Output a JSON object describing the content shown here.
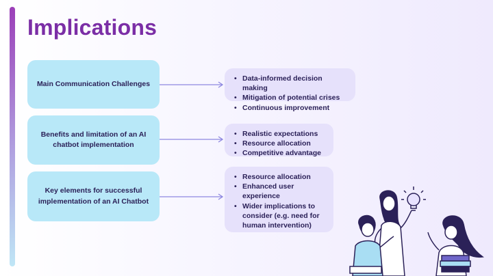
{
  "slide": {
    "title": "Implications",
    "colors": {
      "accent": "#7b2ea6",
      "left_box": "#b8e8f8",
      "right_box": "#e6e1fb",
      "text": "#2b2158"
    },
    "rows": [
      {
        "label": "Main Communication Challenges",
        "bullets": [
          "Data-informed decision making",
          "Mitigation of potential crises",
          "Continuous improvement"
        ]
      },
      {
        "label": "Benefits and limitation of an AI chatbot implementation",
        "bullets": [
          "Realistic expectations",
          "Resource allocation",
          "Competitive advantage"
        ]
      },
      {
        "label": "Key elements for successful implementation of an AI Chatbot",
        "bullets": [
          "Resource allocation",
          "Enhanced user experience",
          "Wider implications to consider (e.g. need for human intervention)"
        ]
      }
    ],
    "illustration": {
      "icon": "people-with-lightbulb-illustration"
    }
  }
}
